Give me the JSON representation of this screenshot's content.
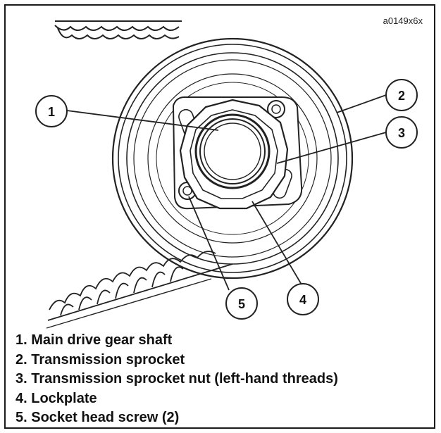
{
  "figure_id": "a0149x6x",
  "callouts": [
    {
      "number": "1"
    },
    {
      "number": "2"
    },
    {
      "number": "3"
    },
    {
      "number": "4"
    },
    {
      "number": "5"
    }
  ],
  "legend": [
    "1. Main drive gear shaft",
    "2. Transmission sprocket",
    "3. Transmission sprocket nut (left-hand threads)",
    "4. Lockplate",
    "5. Socket head screw (2)"
  ]
}
